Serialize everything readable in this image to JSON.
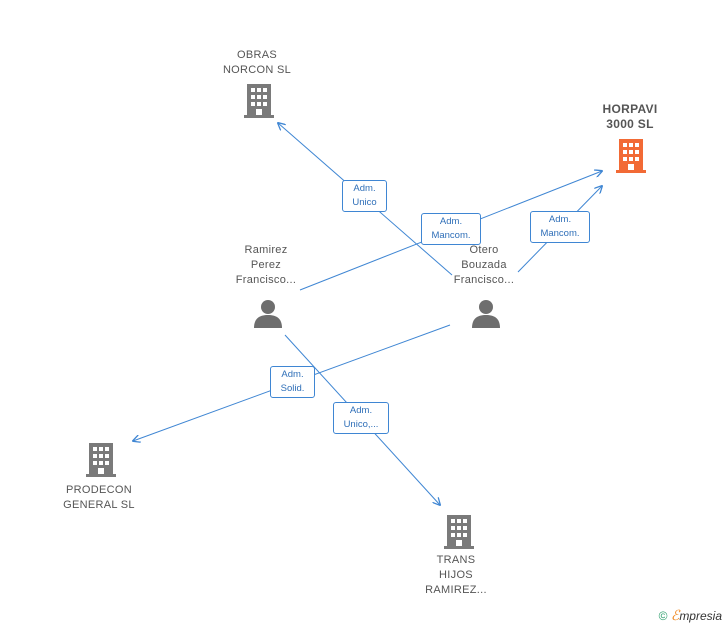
{
  "colors": {
    "edge": "#3f86d3",
    "building": "#7a7a7a",
    "building_highlight": "#f26a35",
    "person": "#6e6e6e"
  },
  "nodes": {
    "obras": {
      "lines": [
        "OBRAS",
        "NORCON  SL"
      ],
      "icon": "building-icon"
    },
    "horpavi": {
      "lines": [
        "HORPAVI",
        "3000  SL"
      ],
      "icon": "building-icon"
    },
    "ramirez": {
      "lines": [
        "Ramirez",
        "Perez",
        "Francisco..."
      ],
      "icon": "person-icon"
    },
    "otero": {
      "lines": [
        "Otero",
        "Bouzada",
        "Francisco..."
      ],
      "icon": "person-icon"
    },
    "prodecon": {
      "lines": [
        "PRODECON",
        "GENERAL SL"
      ],
      "icon": "building-icon"
    },
    "trans": {
      "lines": [
        "TRANS",
        "HIJOS",
        "RAMIREZ..."
      ],
      "icon": "building-icon"
    }
  },
  "edges": {
    "otero_obras": [
      "Adm.",
      "Unico"
    ],
    "ramirez_horpavi": [
      "Adm.",
      "Mancom."
    ],
    "otero_horpavi": [
      "Adm.",
      "Mancom."
    ],
    "otero_prodecon": [
      "Adm.",
      "Solid."
    ],
    "ramirez_trans": [
      "Adm.",
      "Unico,..."
    ]
  },
  "brand": {
    "copyright": "©",
    "logo_letter": "ℰ",
    "name": "mpresia"
  }
}
